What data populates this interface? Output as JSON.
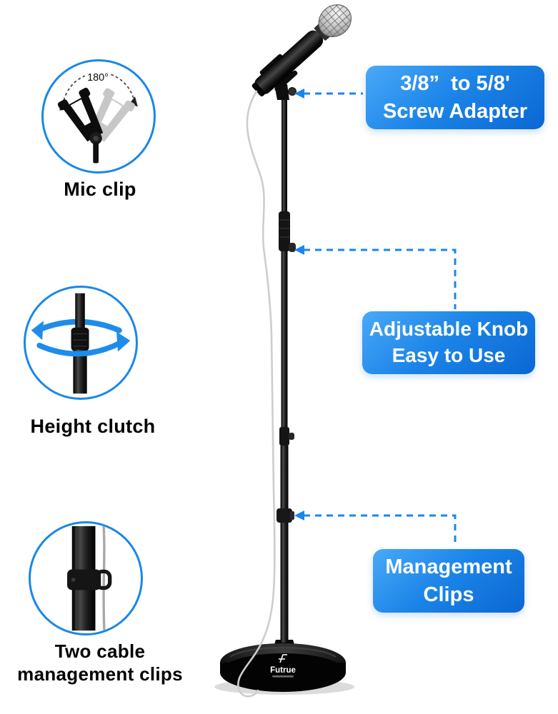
{
  "image": {
    "type": "product-infographic",
    "background": "#ffffff"
  },
  "colors": {
    "accent": "#1a87e8",
    "label_gradient_from": "#4aa9f7",
    "label_gradient_to": "#0b67d2"
  },
  "callouts": [
    {
      "id": "mic-clip",
      "label": "Mic clip",
      "annotation": "180°"
    },
    {
      "id": "height-clutch",
      "label": "Height clutch"
    },
    {
      "id": "cable-clips",
      "label_line1": "Two cable",
      "label_line2": "management clips"
    }
  ],
  "feature_labels": [
    {
      "id": "screw-adapter",
      "line1": "3/8”  to 5/8'",
      "line2": "Screw Adapter"
    },
    {
      "id": "adjustable-knob",
      "line1": "Adjustable Knob",
      "line2": "Easy to Use"
    },
    {
      "id": "management-clips",
      "line1": "Management",
      "line2": "Clips"
    }
  ],
  "brand": {
    "name": "Futrue"
  }
}
